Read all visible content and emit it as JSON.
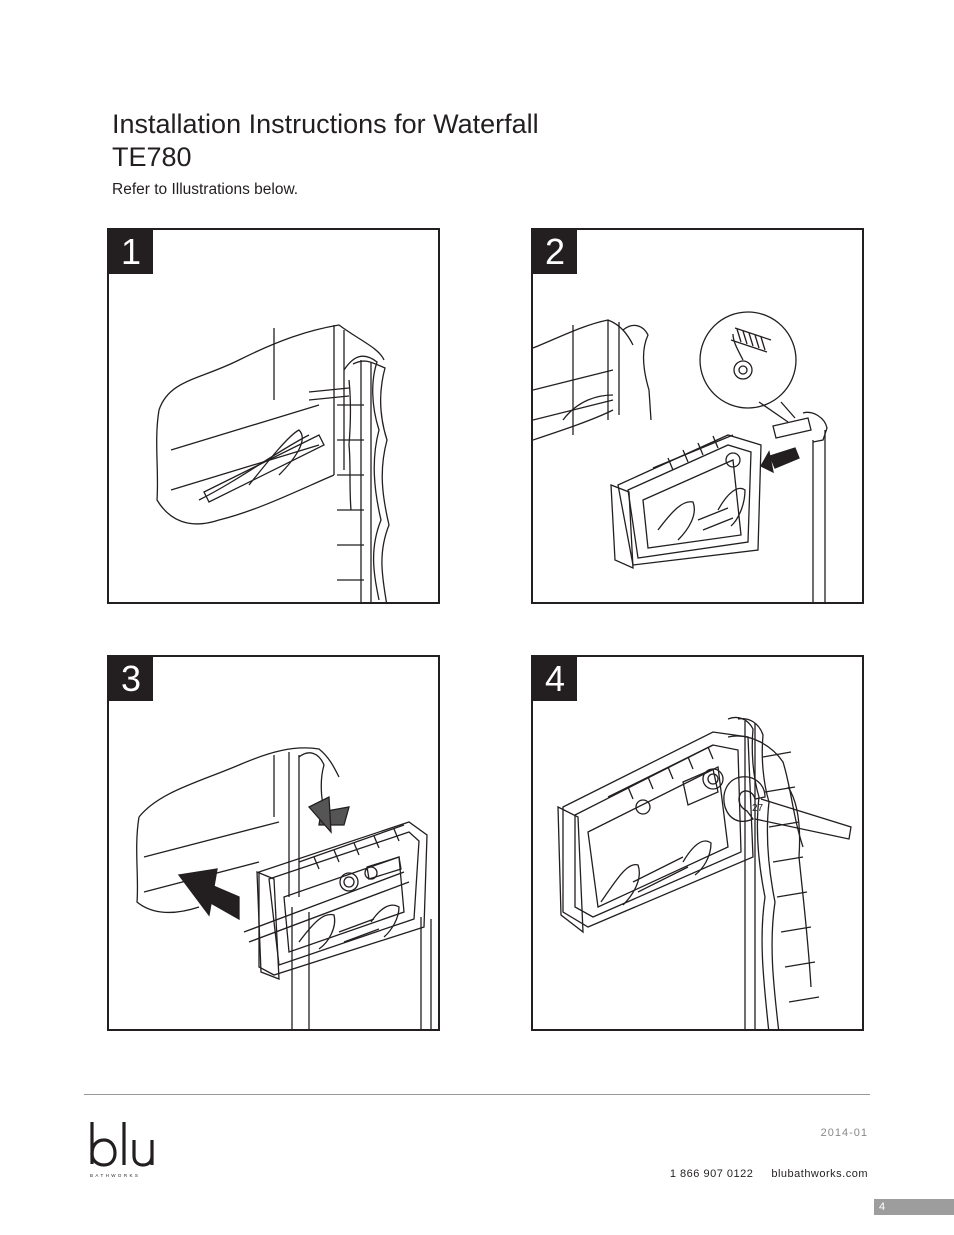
{
  "header": {
    "title_line1": "Installation Instructions for Waterfall",
    "title_line2": "TE780",
    "subtitle": "Refer to Illustrations below."
  },
  "steps": [
    {
      "number": "1"
    },
    {
      "number": "2"
    },
    {
      "number": "3"
    },
    {
      "number": "4",
      "wrench_size": "27"
    }
  ],
  "footer": {
    "brand": "blu",
    "brand_sub": "BATHWORKS",
    "date": "2014-01",
    "phone": "1 866 907 0122",
    "website": "blubathworks.com",
    "page_number": "4"
  }
}
